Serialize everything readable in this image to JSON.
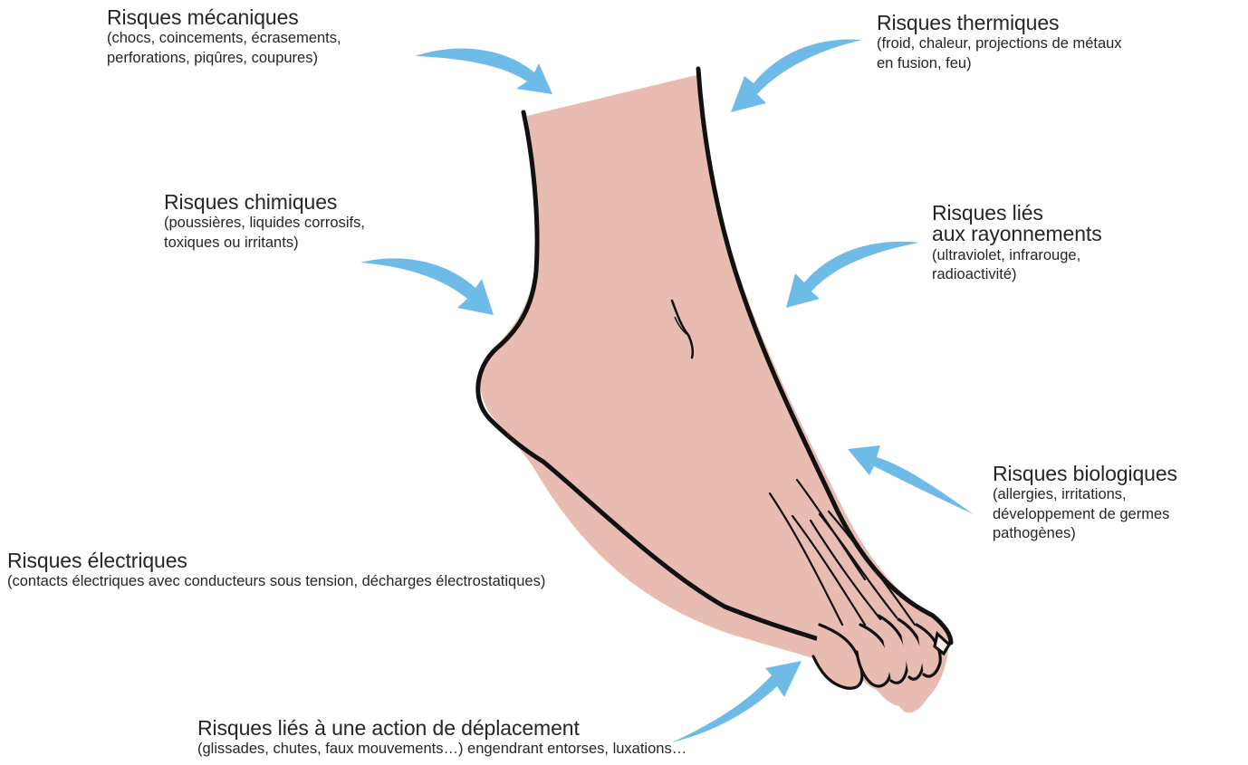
{
  "colors": {
    "skin": "#e8bcb0",
    "outline": "#111111",
    "arrow": "#6fbbe8",
    "text": "#262626"
  },
  "risks": {
    "mecaniques": {
      "title": "Risques mécaniques",
      "detail": "(chocs, coincements, écrasements,\nperforations, piqûres, coupures)"
    },
    "thermiques": {
      "title": "Risques thermiques",
      "detail": "(froid, chaleur, projections de métaux\nen fusion, feu)"
    },
    "chimiques": {
      "title": "Risques chimiques",
      "detail": "(poussières, liquides corrosifs,\ntoxiques ou irritants)"
    },
    "rayonnements": {
      "title": "Risques liés\naux rayonnements",
      "detail": "(ultraviolet, infrarouge,\nradioactivité)"
    },
    "biologiques": {
      "title": "Risques biologiques",
      "detail": "(allergies, irritations,\ndéveloppement de germes\npathogènes)"
    },
    "electriques": {
      "title": "Risques électriques",
      "detail": "(contacts électriques avec conducteurs sous tension, décharges électrostatiques)"
    },
    "deplacement": {
      "title": "Risques liés à une action de déplacement",
      "detail": "(glissades, chutes, faux mouvements…) engendrant entorses, luxations…"
    }
  }
}
